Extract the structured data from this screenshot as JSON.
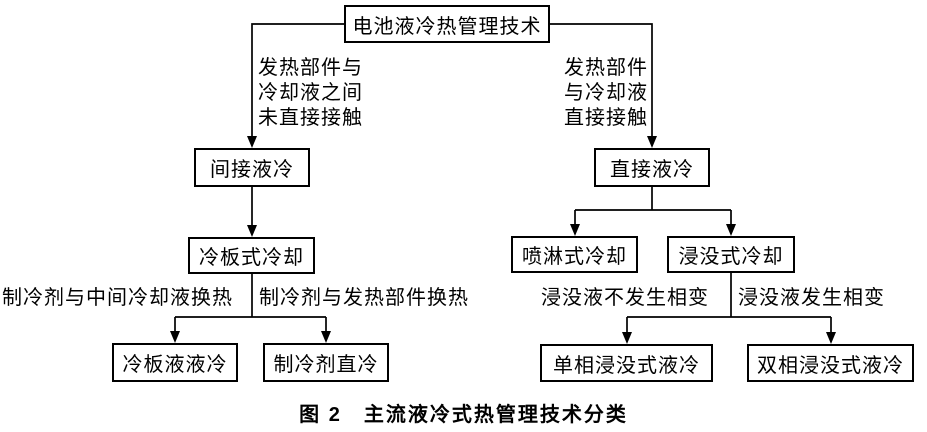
{
  "figure": {
    "caption": "图 2　主流液冷式热管理技术分类"
  },
  "nodes": {
    "root": {
      "label": "电池液冷热管理技术"
    },
    "indirect": {
      "label": "间接液冷"
    },
    "direct": {
      "label": "直接液冷"
    },
    "cold_plate": {
      "label": "冷板式冷却"
    },
    "spray": {
      "label": "喷淋式冷却"
    },
    "immersion": {
      "label": "浸没式冷却"
    },
    "cold_plate_liquid": {
      "label": "冷板液液冷"
    },
    "refrigerant_direct": {
      "label": "制冷剂直冷"
    },
    "single_phase": {
      "label": "单相浸没式液冷"
    },
    "dual_phase": {
      "label": "双相浸没式液冷"
    }
  },
  "edge_labels": {
    "indirect_condition": "发热部件与\n冷却液之间\n未直接接触",
    "direct_condition": "发热部件\n与冷却液\n直接接触",
    "cold_plate_left": "制冷剂与中间冷却液换热",
    "cold_plate_right": "制冷剂与发热部件换热",
    "immersion_left": "浸没液不发生相变",
    "immersion_right": "浸没液发生相变"
  },
  "colors": {
    "line": "#000000",
    "box_border": "#000000",
    "background": "#ffffff",
    "text": "#000000"
  }
}
